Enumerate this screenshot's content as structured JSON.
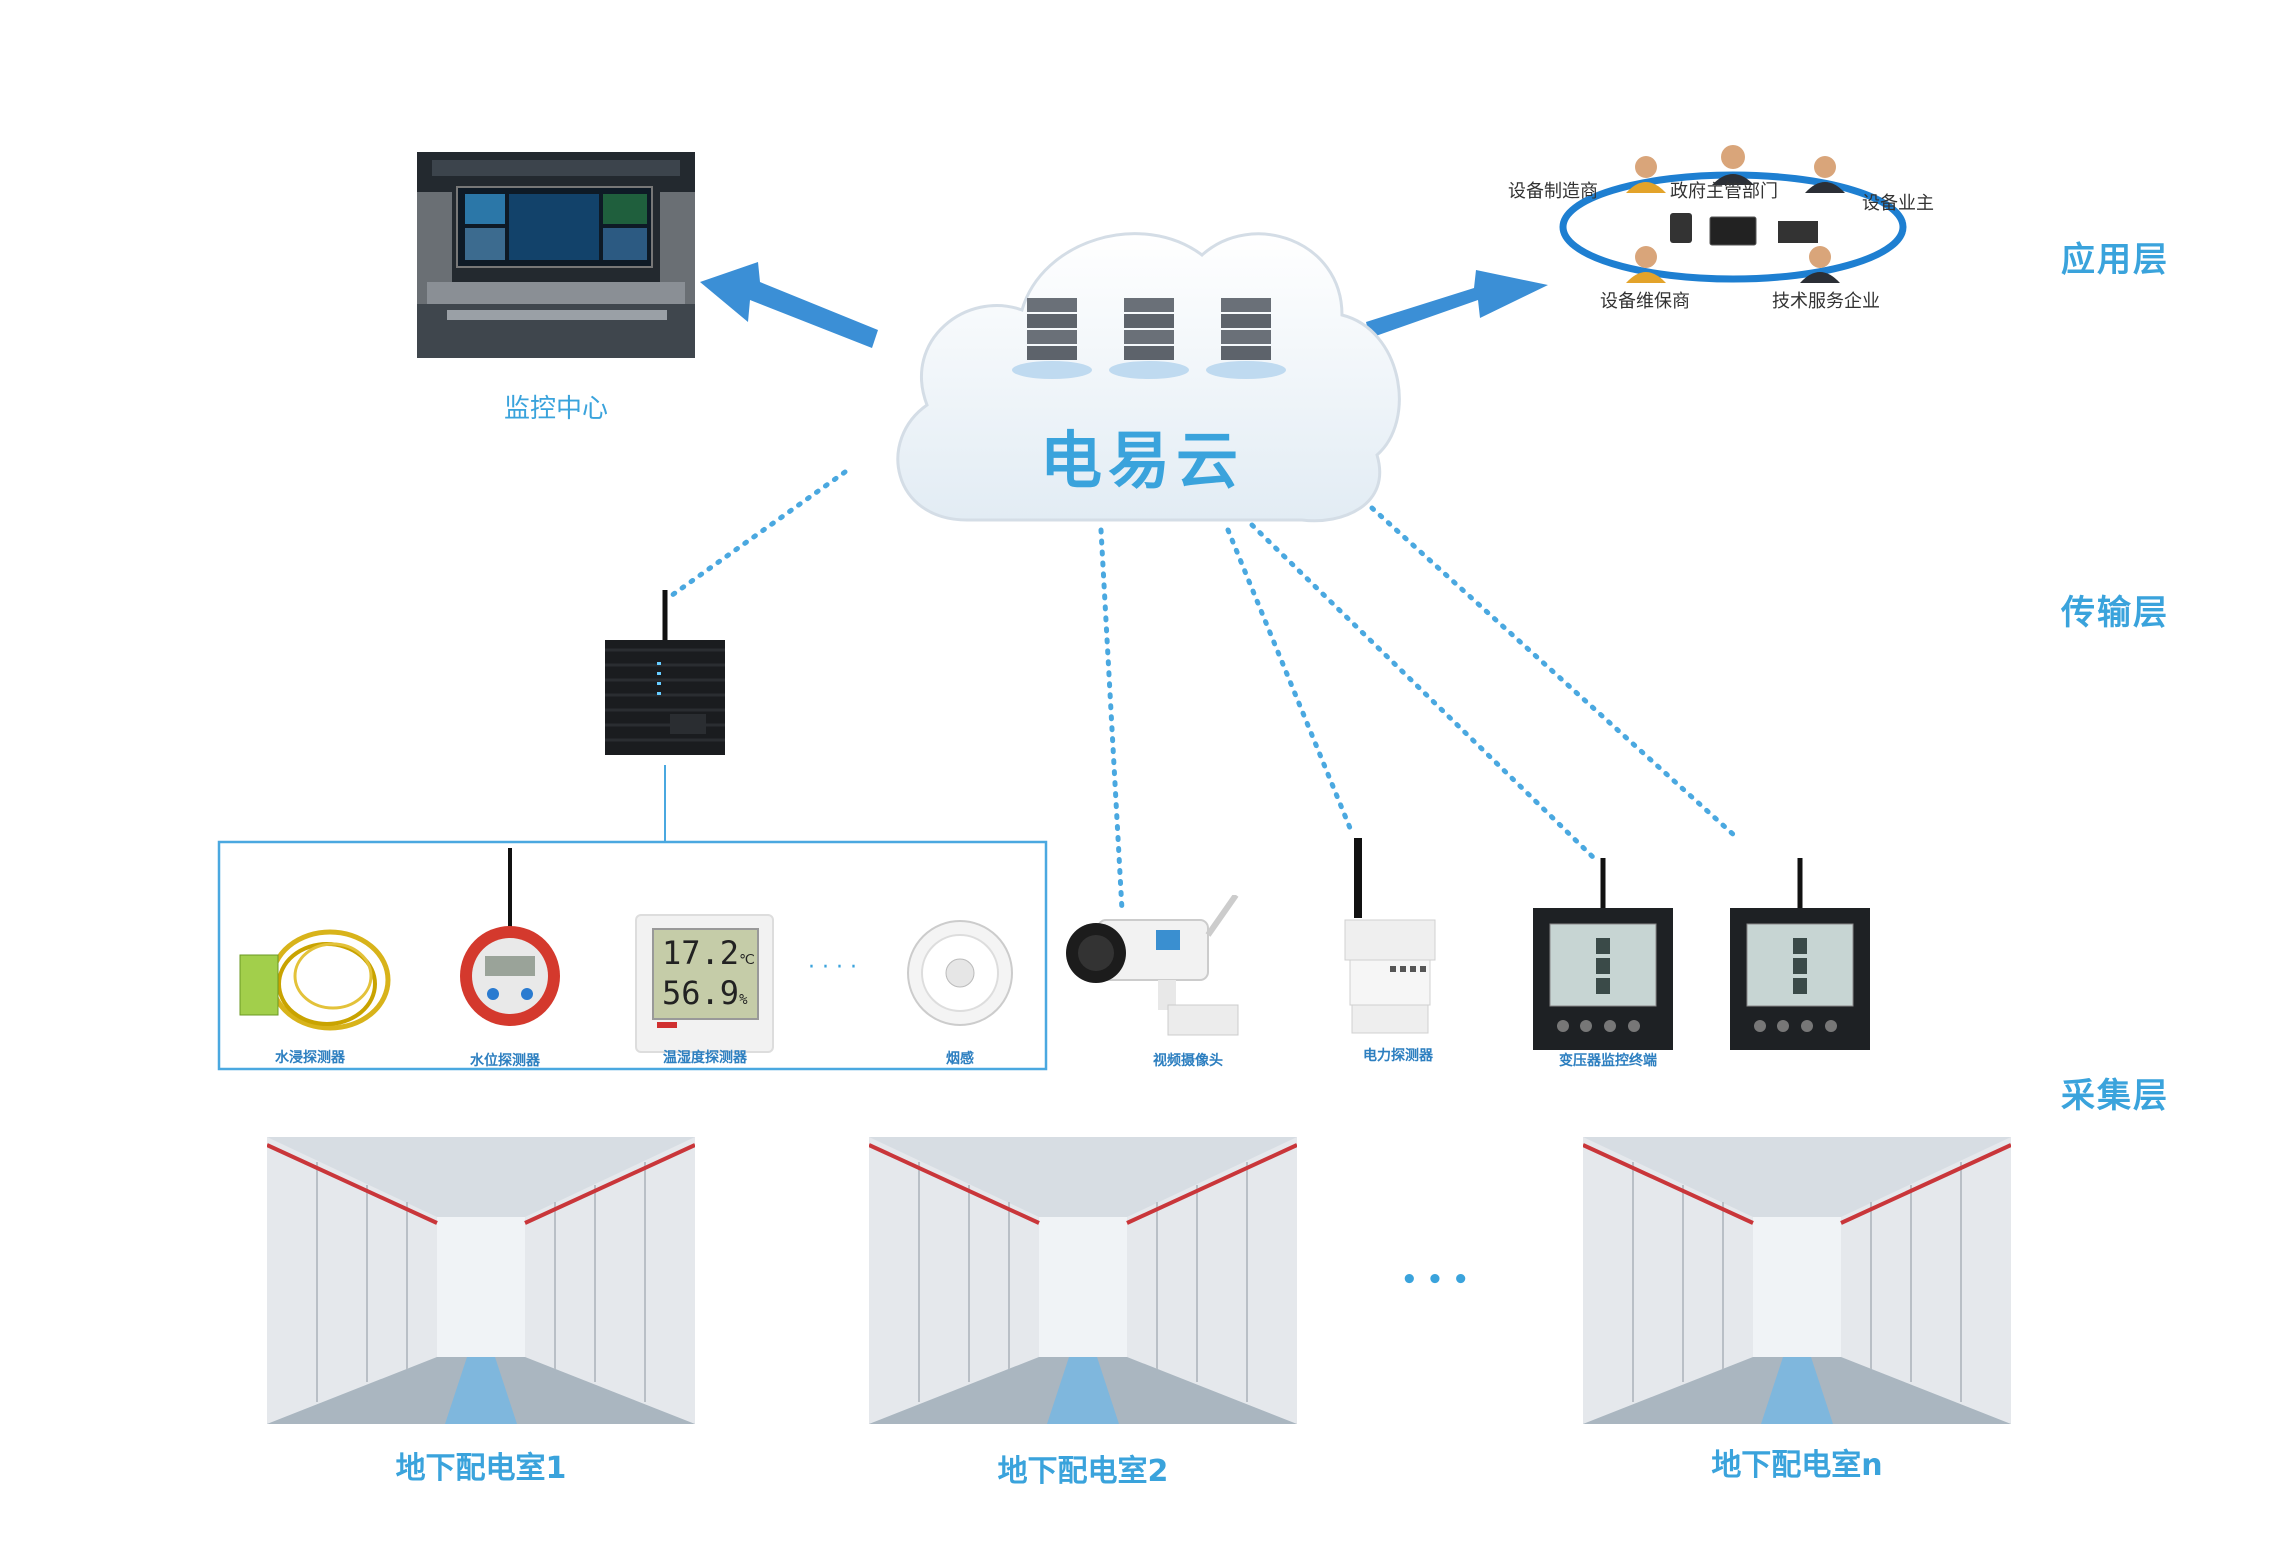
{
  "layers": {
    "application": "应用层",
    "transmission": "传输层",
    "collection": "采集层"
  },
  "cloud": {
    "label": "电易云"
  },
  "monitor_center": {
    "label": "监控中心"
  },
  "stakeholders": {
    "top_left": "设备制造商",
    "top_center": "政府主管部门",
    "top_right": "设备业主",
    "bottom_left": "设备维保商",
    "bottom_right": "技术服务企业"
  },
  "sensors": {
    "water_leak": "水浸探测器",
    "water_level": "水位探测器",
    "temp_humidity": "温湿度探测器",
    "ellipsis": "· · · ·",
    "smoke": "烟感",
    "camera": "视频摄像头",
    "power": "电力探测器",
    "transformer": "变压器监控终端"
  },
  "th_display": {
    "temp": "17.2",
    "temp_unit": "℃",
    "humidity": "56.9",
    "humidity_unit": "%"
  },
  "rooms": {
    "room1": "地下配电室1",
    "room2": "地下配电室2",
    "room_n": "地下配电室n",
    "ellipsis": "• • •"
  },
  "colors": {
    "accent": "#3aa3dc",
    "arrow": "#3b8fd6",
    "dotted": "#4aa8e0"
  }
}
